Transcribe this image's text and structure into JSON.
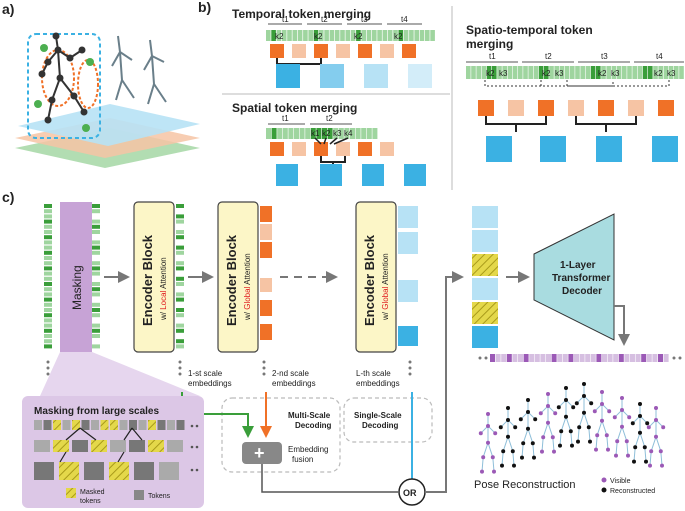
{
  "panels": {
    "a": "a)",
    "b": "b)",
    "c": "c)"
  },
  "temporal": {
    "title": "Temporal token merging",
    "time_labels": [
      "t1",
      "t2",
      "t3",
      "t4"
    ],
    "merge_tokens": [
      "k2",
      "k2",
      "k2",
      "k2"
    ]
  },
  "spatial": {
    "title": "Spatial token merging",
    "time_labels": [
      "t1",
      "t2"
    ],
    "merge_tokens": [
      "k1",
      "k2",
      "k3",
      "k4"
    ]
  },
  "spatiotemporal": {
    "title_line1": "Spatio-temporal token",
    "title_line2": "merging",
    "time_labels": [
      "t1",
      "t2",
      "t3",
      "t4"
    ],
    "merge_tokens": [
      "k2",
      "k3",
      "k2",
      "k3",
      "k2",
      "k3",
      "k2",
      "k3"
    ]
  },
  "pipeline": {
    "masking": "Masking",
    "encoder_main": "Encoder Block",
    "encoder_local_prefix": "w/ ",
    "encoder_local_word": "Local",
    "encoder_local_suffix": " Attention",
    "encoder_global_prefix": "w/ ",
    "encoder_global_word": "Global",
    "encoder_global_suffix": " Attention",
    "scale1_line1": "1-st scale",
    "scale1_line2": "embeddings",
    "scale2_line1": "2-nd scale",
    "scale2_line2": "embeddings",
    "scaleL_line1": "L-th scale",
    "scaleL_line2": "embeddings",
    "multi_line1": "Multi-Scale",
    "multi_line2": "Decoding",
    "single_line1": "Single-Scale",
    "single_line2": "Decoding",
    "fusion_line1": "Embedding",
    "fusion_line2": "fusion",
    "plus": "+",
    "or": "OR",
    "decoder_line1": "1-Layer",
    "decoder_line2": "Transformer",
    "decoder_line3": "Decoder",
    "pose_reconstruction": "Pose Reconstruction",
    "legend_visible": "Visible",
    "legend_reconstructed": "Reconstructed"
  },
  "masking_inset": {
    "title": "Masking from large scales",
    "legend_masked_line1": "Masked",
    "legend_masked_line2": "tokens",
    "legend_tokens": "Tokens"
  },
  "colors": {
    "green": "#3a9e3a",
    "light_green": "#9fd59f",
    "orange": "#f07127",
    "peach": "#f6c4a4",
    "blue": "#3bb1e3",
    "light_blue": "#b7e2f5",
    "purple": "#c7a3d6",
    "yellow": "#fcf6c7",
    "teal": "#a9dce0",
    "red_accent": "#e02020",
    "arrow_gray": "#777777"
  }
}
